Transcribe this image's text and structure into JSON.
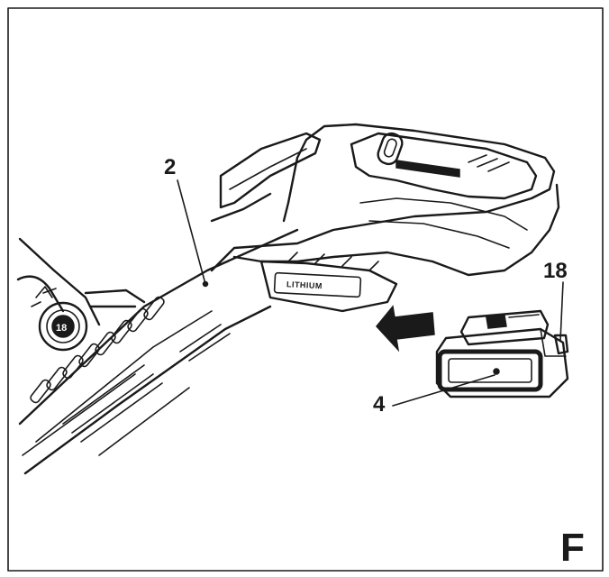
{
  "labels": {
    "part_2": "2",
    "part_18": "18",
    "part_4": "4",
    "figure_letter": "F"
  },
  "markings": {
    "brand_plate": "LITHIUM",
    "dial_number": "18"
  },
  "colors": {
    "ink": "#1a1a1a",
    "paper": "#ffffff"
  },
  "icons": [
    "insert-arrow-icon",
    "battery-pack-icon",
    "handle-icon",
    "dial-icon"
  ]
}
